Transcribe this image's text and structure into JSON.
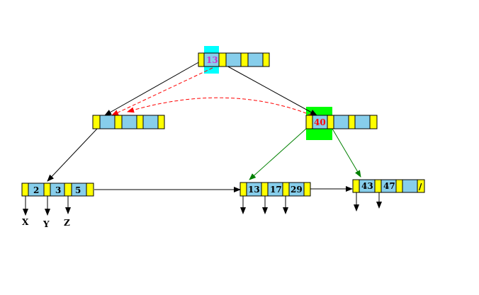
{
  "colors": {
    "pointer": "#ffff00",
    "key": "#87ceeb",
    "tree_edge": "#000000",
    "split_edge": "#008000",
    "move_edge": "#ff0000",
    "root_highlight": "#00ffff",
    "new_node_highlight": "#00ff00",
    "root_key_text": "#cc33cc",
    "new_key_text": "#ff0000"
  },
  "nodes": {
    "root": {
      "keys": [
        "13",
        "",
        ""
      ]
    },
    "left_internal": {
      "keys": [
        "",
        "",
        ""
      ]
    },
    "right_internal": {
      "keys": [
        "40",
        "",
        ""
      ]
    },
    "leaf_1": {
      "keys": [
        "2",
        "3",
        "5"
      ]
    },
    "leaf_2": {
      "keys": [
        "13",
        "17",
        "29"
      ]
    },
    "leaf_3": {
      "keys": [
        "43",
        "47",
        ""
      ],
      "last_pointer": "/"
    }
  },
  "leaf_labels": [
    "X",
    "Y",
    "Z"
  ]
}
